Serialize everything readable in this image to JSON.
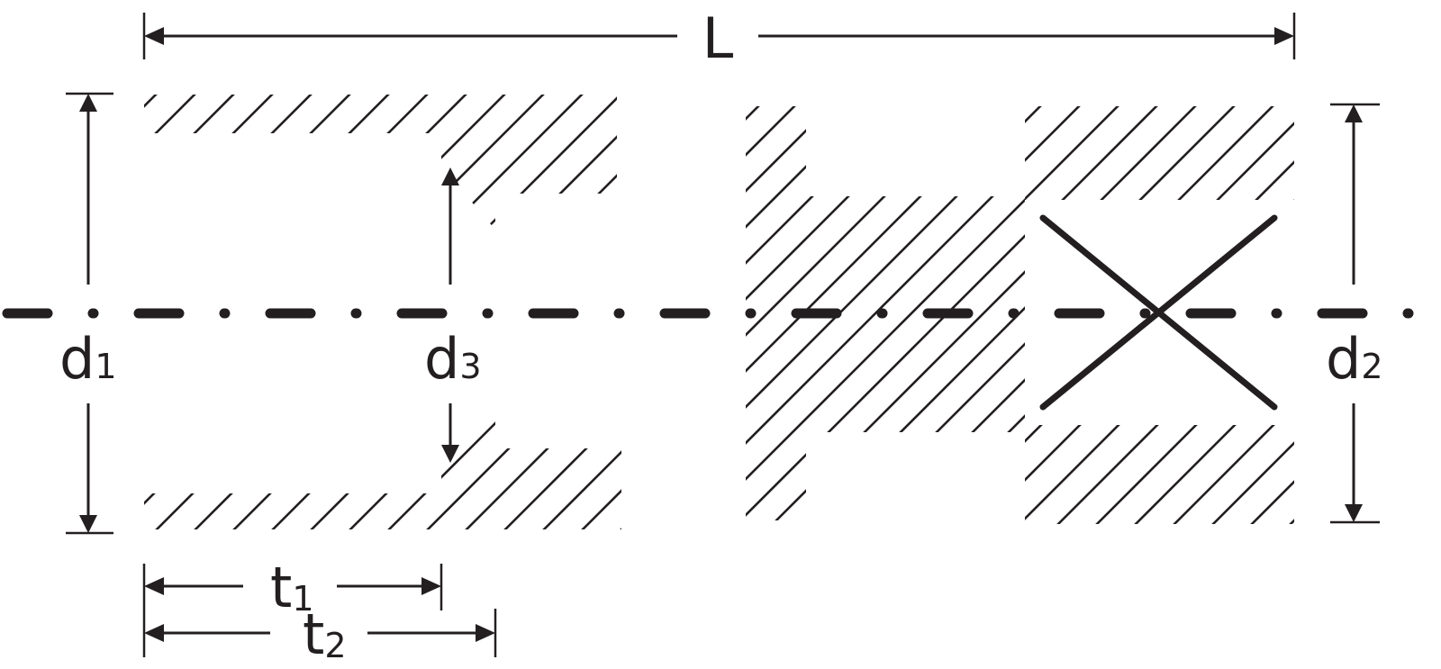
{
  "labels": {
    "L": "L",
    "d1_main": "d",
    "d1_sub": "1",
    "d2_main": "d",
    "d2_sub": "2",
    "d3_main": "d",
    "d3_sub": "3",
    "t1_main": "t",
    "t1_sub": "1",
    "t2_main": "t",
    "t2_sub": "2"
  },
  "colors": {
    "ink": "#231f20",
    "background": "#ffffff"
  }
}
